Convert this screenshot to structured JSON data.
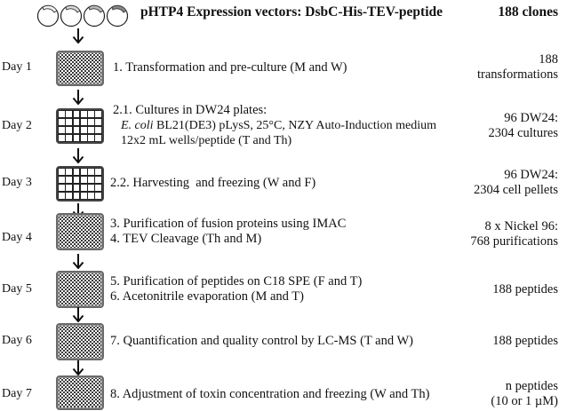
{
  "header": {
    "title": "pHTP4 Expression vectors: DsbC-His-TEV-peptide",
    "count": "188 clones",
    "plasmid_icons": [
      "plasmid-1-icon",
      "plasmid-2-icon",
      "plasmid-3-icon",
      "plasmid-4-icon"
    ]
  },
  "steps": [
    {
      "day": "Day 1",
      "plate_icon": "96-well-plate-icon",
      "lines": [
        "1. Transformation and pre-culture (M and W)"
      ],
      "result": [
        "188",
        "transformations"
      ]
    },
    {
      "day": "Day 2",
      "plate_icon": "24-deep-well-plate-icon",
      "lines": [
        "2.1. Cultures in DW24 plates:"
      ],
      "sub_lines": [
        {
          "italic": "E. coli",
          "text": " BL21(DE3) pLysS, 25°C, NZY Auto-Induction medium"
        },
        {
          "italic": "",
          "text": "12x2 mL wells/peptide (T and Th)"
        }
      ],
      "result": [
        "96 DW24:",
        "2304 cultures"
      ]
    },
    {
      "day": "Day 3",
      "plate_icon": "24-deep-well-plate-icon",
      "lines": [
        "2.2. Harvesting  and freezing (W and F)"
      ],
      "result": [
        "96 DW24:",
        "2304 cell pellets"
      ]
    },
    {
      "day": "Day 4",
      "plate_icon": "96-well-plate-icon",
      "lines": [
        "3. Purification of fusion proteins using IMAC",
        "4. TEV Cleavage (Th and M)"
      ],
      "result": [
        "8 x Nickel 96:",
        "768 purifications"
      ]
    },
    {
      "day": "Day 5",
      "plate_icon": "96-well-plate-icon",
      "lines": [
        "5. Purification of peptides on C18 SPE (F and T)",
        "6. Acetonitrile evaporation (M and T)"
      ],
      "result": [
        "188 peptides"
      ]
    },
    {
      "day": "Day 6",
      "plate_icon": "96-well-plate-icon",
      "lines": [
        "7. Quantification and quality control by LC-MS (T and W)"
      ],
      "result": [
        "188 peptides"
      ]
    },
    {
      "day": "Day 7",
      "plate_icon": "96-well-plate-icon",
      "lines": [
        "8. Adjustment of toxin concentration and freezing (W and Th)"
      ],
      "result": [
        "n peptides",
        "(10 or 1 µM)"
      ]
    }
  ],
  "colors": {
    "text": "#111111",
    "plate_border": "#555555",
    "plasmid_insert_light": "#d0d0d0",
    "plasmid_insert_dark": "#8a8a8a"
  }
}
